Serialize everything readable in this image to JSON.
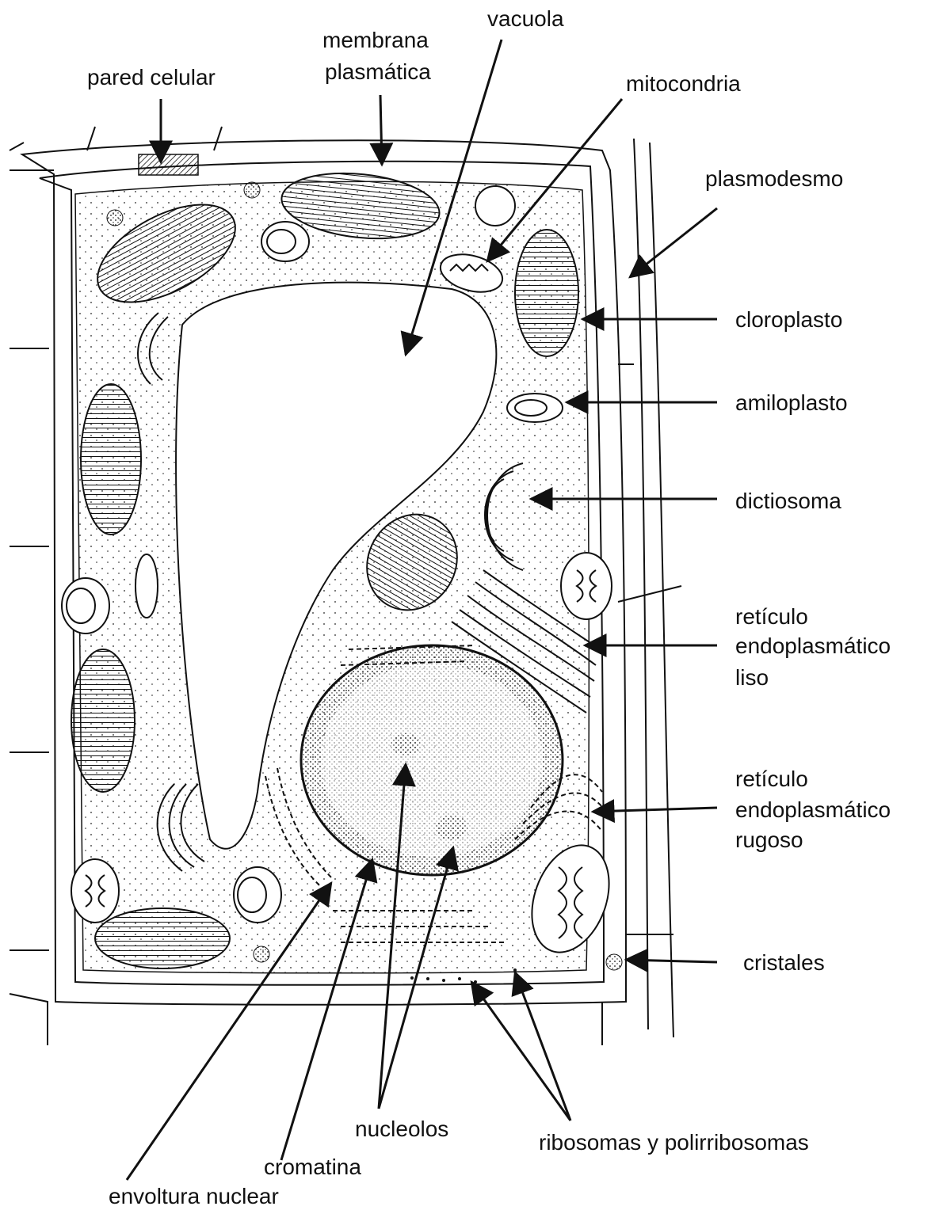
{
  "labels": {
    "vacuola": "vacuola",
    "membrana_1": "membrana",
    "membrana_2": "plasmática",
    "pared_celular": "pared celular",
    "mitocondria": "mitocondria",
    "plasmodesmo": "plasmodesmo",
    "cloroplasto": "cloroplasto",
    "amiloplasto": "amiloplasto",
    "dictiosoma": "dictiosoma",
    "rel_1": "retículo",
    "rel_2": "endoplasmático",
    "rel_3": "liso",
    "rer_1": "retículo",
    "rer_2": "endoplasmático",
    "rer_3": "rugoso",
    "cristales": "cristales",
    "nucleolos": "nucleolos",
    "ribosomas": "ribosomas y polirribosomas",
    "cromatina": "cromatina",
    "envoltura": "envoltura nuclear"
  }
}
